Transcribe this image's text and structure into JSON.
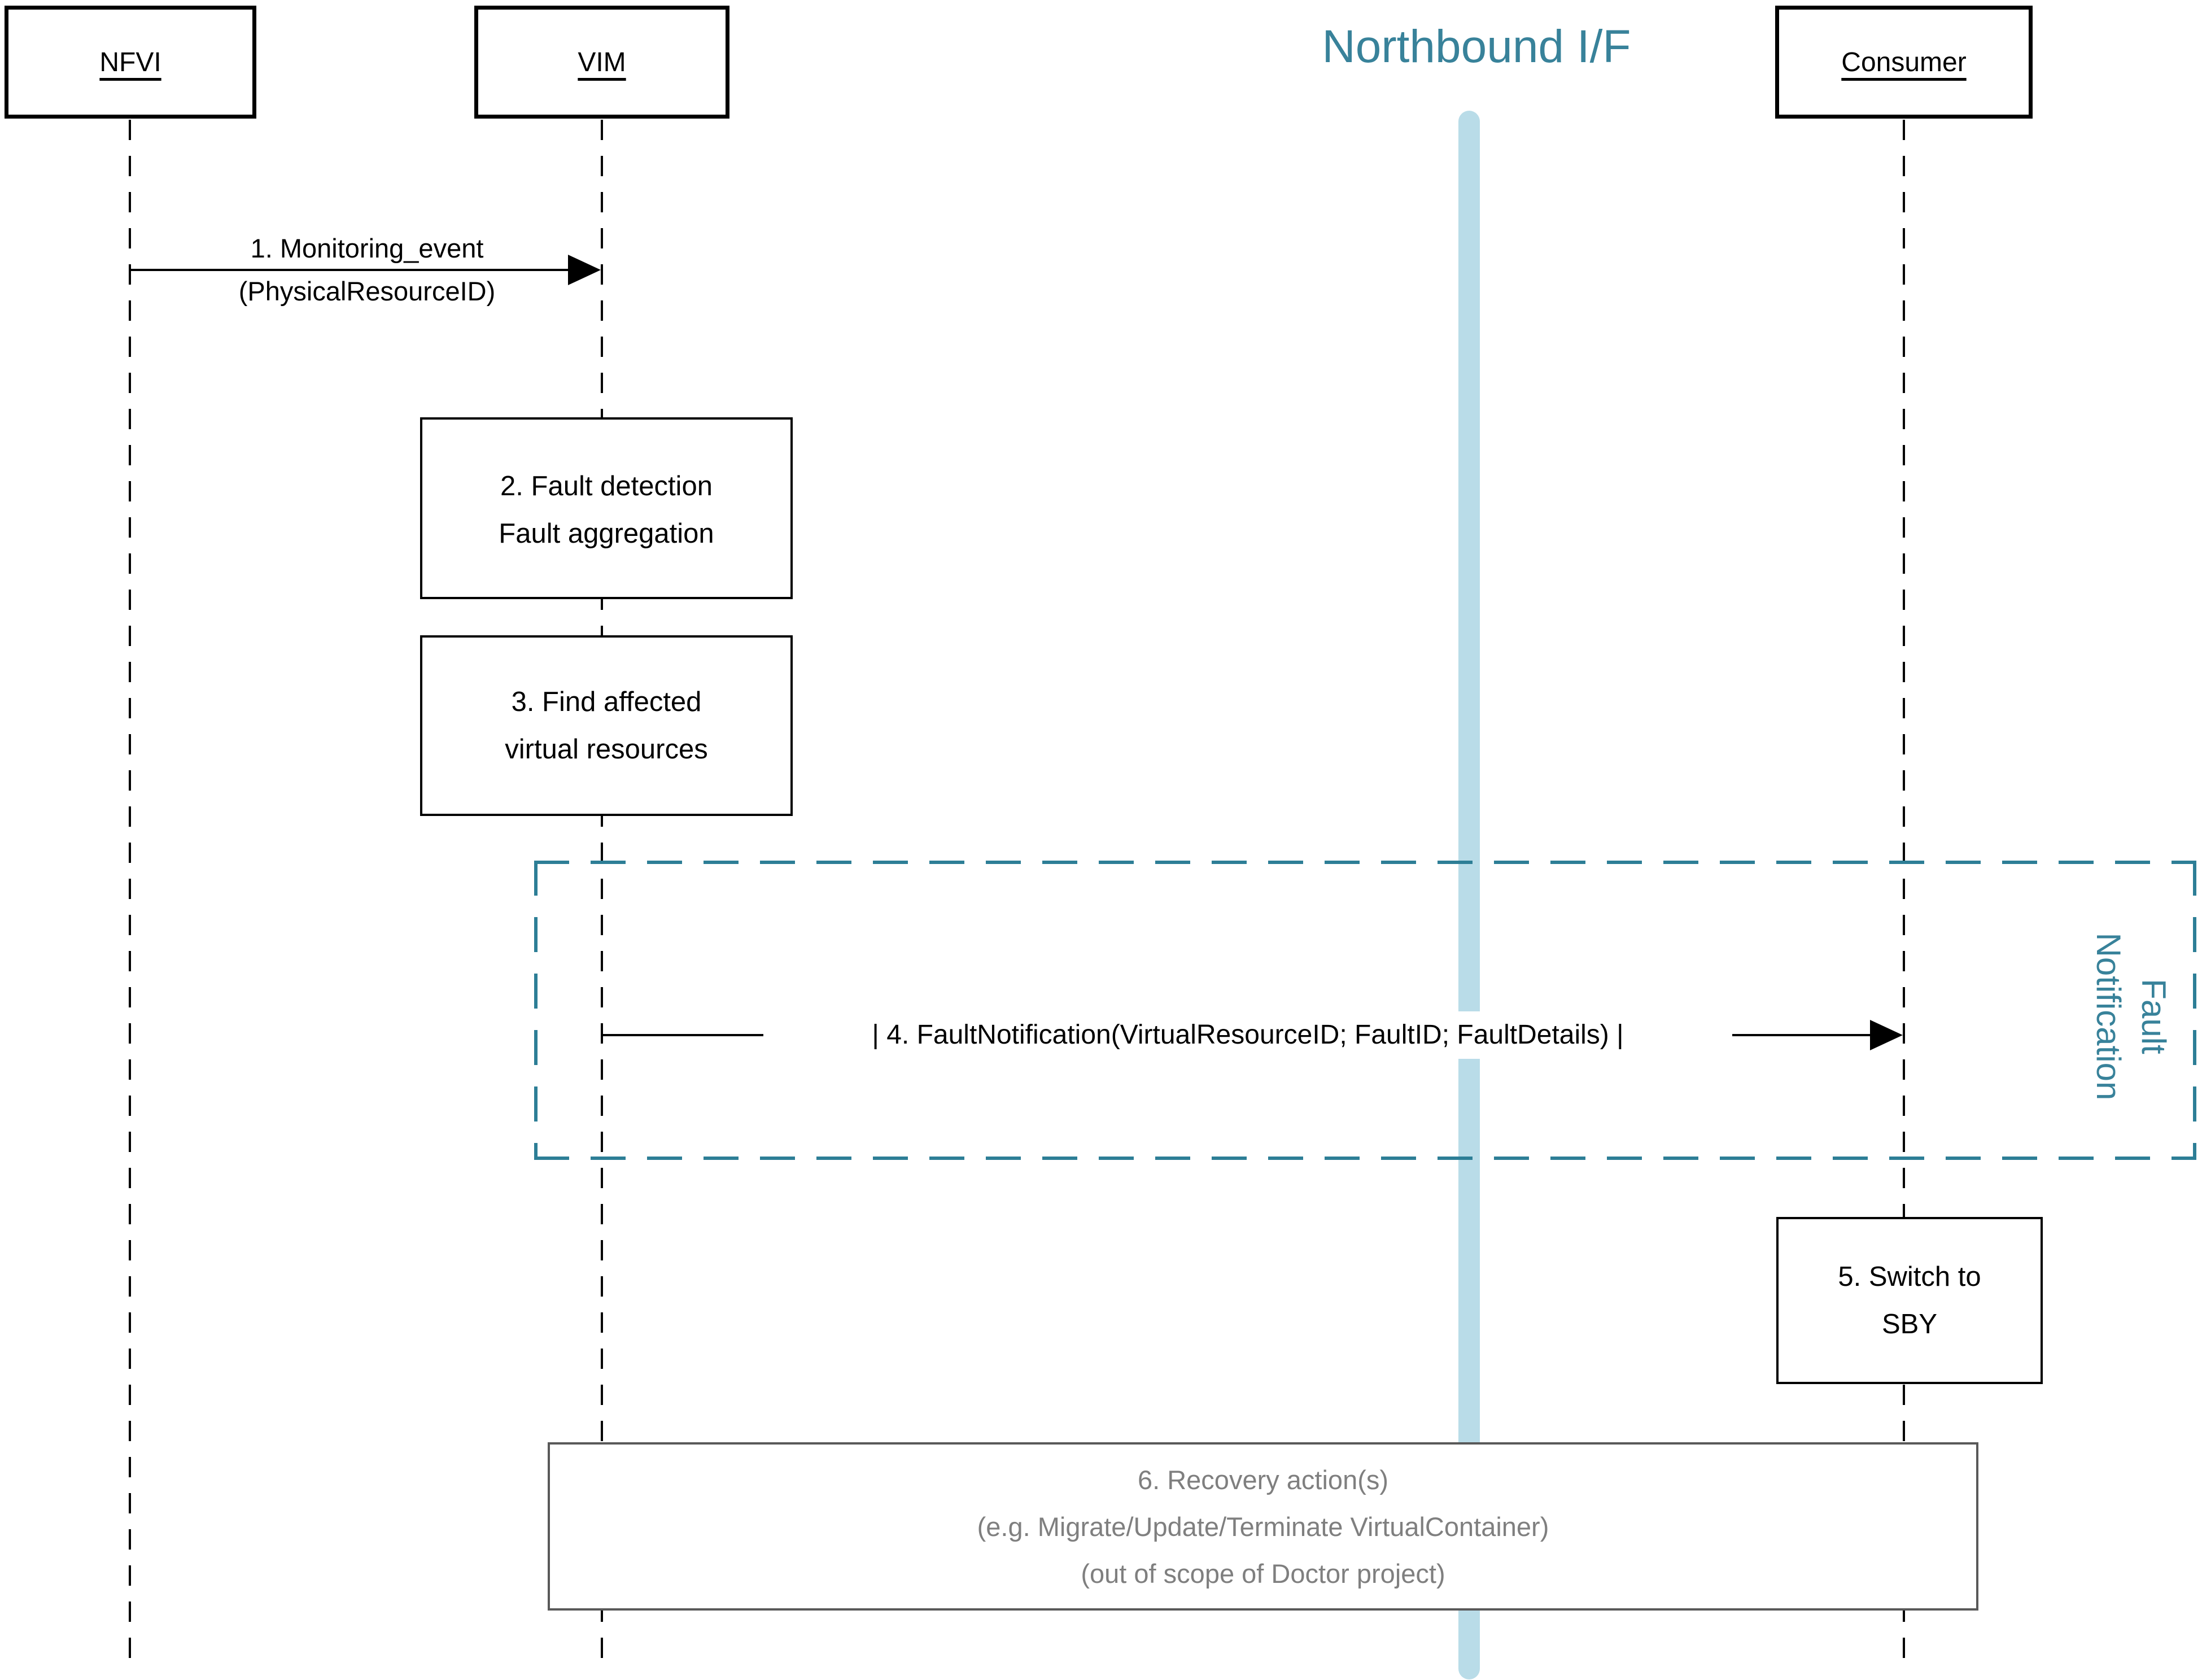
{
  "diagram": {
    "title": "Northbound I/F",
    "actors": {
      "nfvi": {
        "label": "NFVI"
      },
      "vim": {
        "label": "VIM"
      },
      "consumer": {
        "label": "Consumer"
      }
    },
    "messages": {
      "m1": {
        "line1": "1. Monitoring_event",
        "line2": "(PhysicalResourceID)",
        "from": "NFVI",
        "to": "VIM"
      },
      "m4": {
        "label": "| 4. FaultNotification(VirtualResourceID; FaultID; FaultDetails) |",
        "from": "VIM",
        "to": "Consumer"
      }
    },
    "activities": {
      "b2": {
        "line1": "2. Fault detection",
        "line2": "Fault aggregation"
      },
      "b3": {
        "line1": "3. Find affected",
        "line2": "virtual resources"
      },
      "b5": {
        "line1": "5. Switch to",
        "line2": "SBY"
      },
      "b6": {
        "line1": "6. Recovery action(s)",
        "line2": "(e.g. Migrate/Update/Terminate VirtualContainer)",
        "line3": "(out of scope of Doctor project)"
      }
    },
    "frame": {
      "label_line1": "Fault",
      "label_line2": "Notification"
    },
    "colors": {
      "title_teal": "#38829a",
      "frame_teal": "#2d7e96",
      "northbound_band_blue": "#b9dce8",
      "recovery_gray_text": "#7f7f7f",
      "recovery_gray_border": "#595959",
      "black": "#000000"
    }
  }
}
